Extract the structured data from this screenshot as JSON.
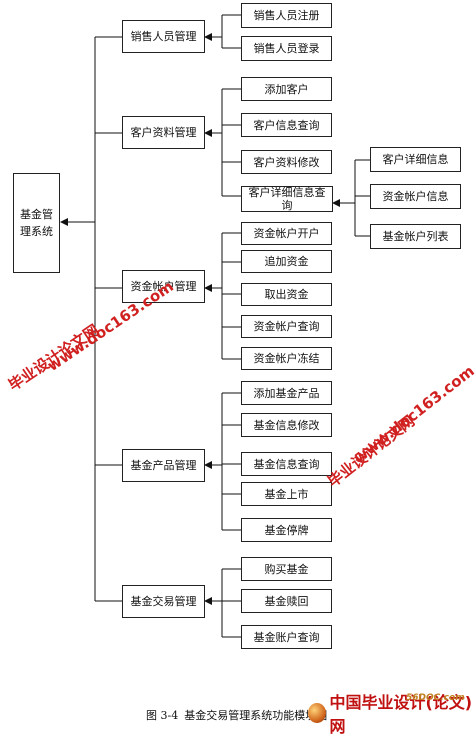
{
  "root": {
    "label": "基金管理系统"
  },
  "modules": [
    {
      "label": "销售人员管理",
      "items": [
        "销售人员注册",
        "销售人员登录"
      ]
    },
    {
      "label": "客户资料管理",
      "items": [
        "添加客户",
        "客户信息查询",
        "客户资料修改",
        "客户详细信息查询"
      ],
      "sub": {
        "items": [
          "客户详细信息",
          "资金帐户信息",
          "基金帐户列表"
        ]
      }
    },
    {
      "label": "资金帐户管理",
      "items": [
        "资金帐户开户",
        "追加资金",
        "取出资金",
        "资金帐户查询",
        "资金帐户冻结"
      ]
    },
    {
      "label": "基金产品管理",
      "items": [
        "添加基金产品",
        "基金信息修改",
        "基金信息查询",
        "基金上市",
        "基金停牌"
      ]
    },
    {
      "label": "基金交易管理",
      "items": [
        "购买基金",
        "基金赎回",
        "基金账户查询"
      ]
    }
  ],
  "caption": {
    "figure_no": "图 3-4",
    "text": "基金交易管理系统功能模块图"
  },
  "watermarks": {
    "line_a": "毕业设计论文网",
    "line_b": "www.doc163.com"
  },
  "logo": {
    "brand": "中国毕业设计(论文)网",
    "site": "56DOC.com"
  }
}
